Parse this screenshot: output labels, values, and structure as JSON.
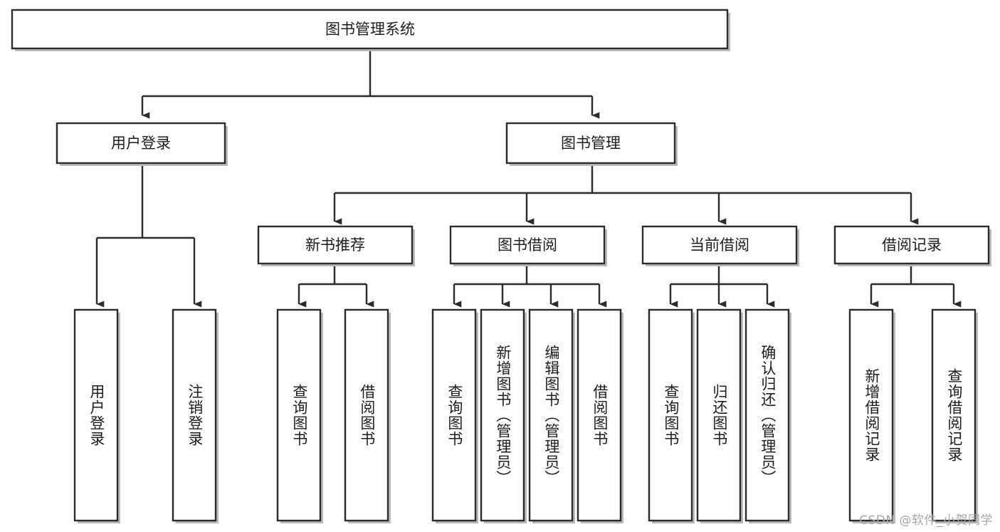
{
  "diagram": {
    "title": "图书管理系统",
    "type": "tree-hierarchy",
    "orientation": "top-down",
    "colors": {
      "box_fill": "#ffffff",
      "box_stroke": "#2b2b2b",
      "shadow": "#b9b9b9",
      "text": "#1c1c1c",
      "watermark": "#a8a8a8",
      "background": "#ffffff"
    },
    "root": {
      "label": "图书管理系统"
    },
    "level2": [
      {
        "label": "用户登录"
      },
      {
        "label": "图书管理"
      }
    ],
    "level3": [
      {
        "label": "新书推荐"
      },
      {
        "label": "图书借阅"
      },
      {
        "label": "当前借阅"
      },
      {
        "label": "借阅记录"
      }
    ],
    "leaves": {
      "user_login": [
        {
          "label": "用户登录"
        },
        {
          "label": "注销登录"
        }
      ],
      "new_book_recommend": [
        {
          "label": "查询图书"
        },
        {
          "label": "借阅图书"
        }
      ],
      "book_borrow": [
        {
          "label": "查询图书"
        },
        {
          "label": "新增图书（管理员）"
        },
        {
          "label": "编辑图书（管理员）"
        },
        {
          "label": "借阅图书"
        }
      ],
      "current_borrow": [
        {
          "label": "查询图书"
        },
        {
          "label": "归还图书"
        },
        {
          "label": "确认归还（管理员）"
        }
      ],
      "borrow_record": [
        {
          "label": "新增借阅记录"
        },
        {
          "label": "查询借阅记录"
        }
      ]
    }
  },
  "watermark": {
    "text": "CSDN @软件_小贺同学"
  }
}
